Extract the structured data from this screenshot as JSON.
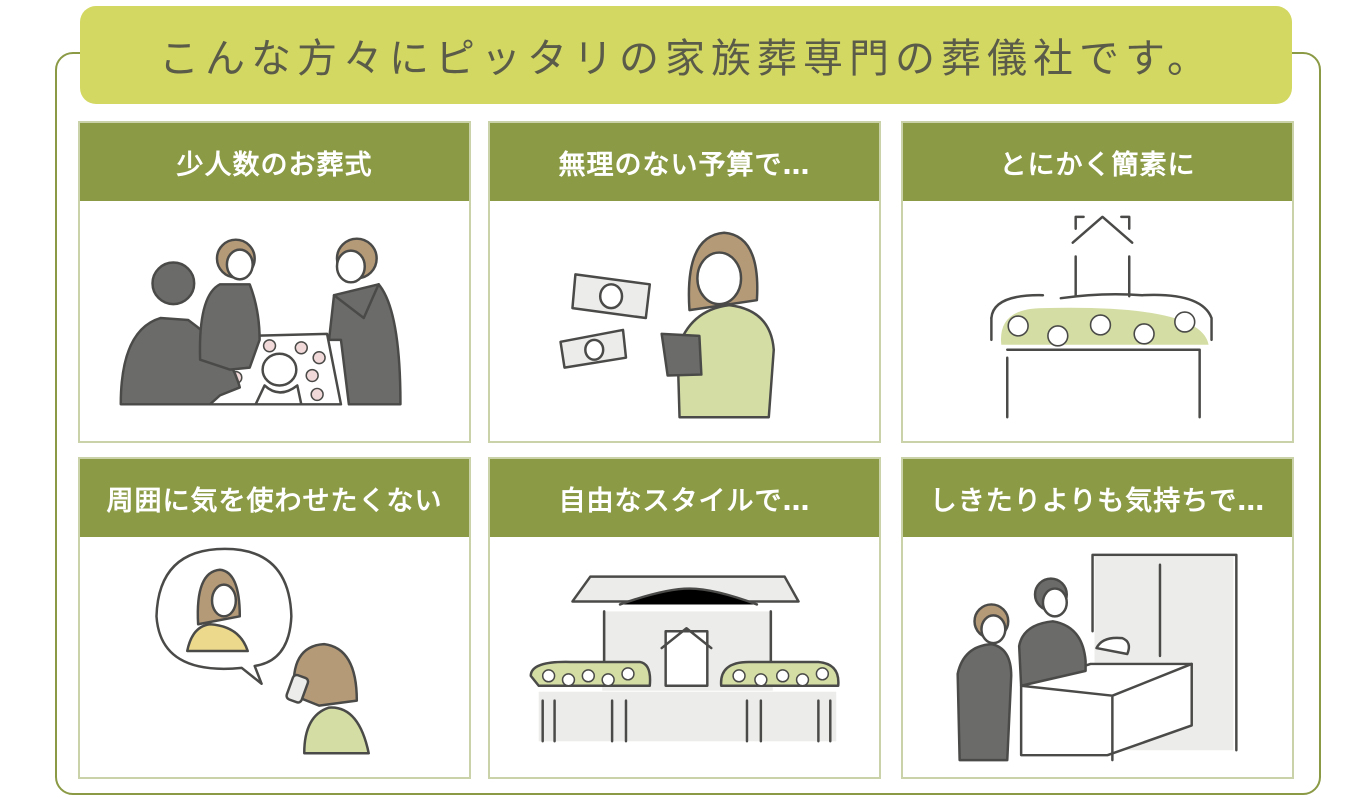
{
  "banner": {
    "title": "こんな方々にピッタリの家族葬専門の葬儀社です。"
  },
  "colors": {
    "banner_bg": "#d3d862",
    "header_bg": "#8a9a45",
    "frame": "#8a9a45",
    "line": "#4a4a48",
    "dark_cloth": "#6b6b69",
    "hair": "#b59a78",
    "green_fill": "#d4dda4",
    "yellow_fill": "#ecd98c",
    "gray_fill": "#ececea"
  },
  "cards": [
    {
      "title": "少人数のお葬式",
      "illustration": "family-around-coffin"
    },
    {
      "title": "無理のない予算で…",
      "illustration": "woman-with-tablet-and-money"
    },
    {
      "title": "とにかく簡素に",
      "illustration": "simple-altar-with-flowers"
    },
    {
      "title": "周囲に気を使わせたくない",
      "illustration": "woman-on-phone-call"
    },
    {
      "title": "自由なスタイルで…",
      "illustration": "temple-altar-with-flowers"
    },
    {
      "title": "しきたりよりも気持ちで…",
      "illustration": "couple-at-coffin"
    }
  ]
}
